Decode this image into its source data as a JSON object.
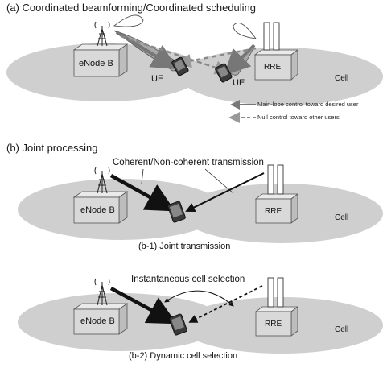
{
  "section_a": {
    "title": "(a) Coordinated beamforming/Coordinated scheduling",
    "enodeb": "eNode B",
    "rre": "RRE",
    "ue_left": "UE",
    "ue_right": "UE",
    "cell": "Cell",
    "legend": {
      "main_lobe": "Main-lobe control toward desired user",
      "null_control": "Null control toward other users"
    }
  },
  "section_b": {
    "title": "(b) Joint processing",
    "b1": {
      "annotation": "Coherent/Non-coherent transmission",
      "enodeb": "eNode B",
      "rre": "RRE",
      "cell": "Cell",
      "caption": "(b-1) Joint transmission"
    },
    "b2": {
      "annotation": "Instantaneous cell selection",
      "enodeb": "eNode B",
      "rre": "RRE",
      "cell": "Cell",
      "caption": "(b-2) Dynamic cell selection"
    }
  },
  "colors": {
    "cell_fill": "#cfcfcf",
    "box_fill": "#d9d9d9",
    "arrow_dark": "#111111",
    "arrow_gray": "#7a7a7a",
    "null_dashed": "#8a8a8a"
  },
  "icons": [
    "antenna-tower-icon",
    "rre-antenna-icon",
    "phone-icon"
  ]
}
